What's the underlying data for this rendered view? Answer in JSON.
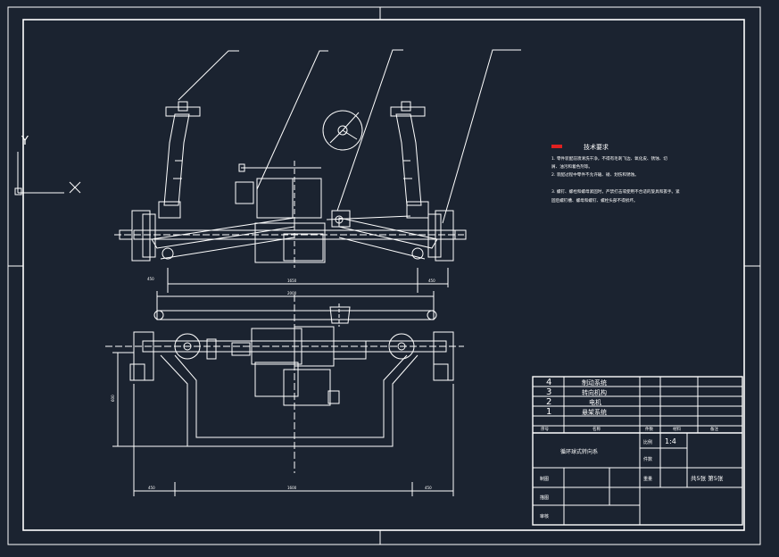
{
  "colors": {
    "background": "#1b2330",
    "line": "#ffffff",
    "accent": "#e02020"
  },
  "ucs": {
    "y_label": "Y",
    "x_label": "X"
  },
  "tech_requirements": {
    "title": "技术要求",
    "lines": [
      "1. 零件装配前须清洗干净，不得有毛刺飞边、氧化皮、锈蚀、切",
      "屑、油污和着色剂等。",
      "2. 装配过程中零件不允许磕、碰、划伤和锈蚀。",
      "3. 螺钉、螺栓和螺母紧固时，严禁打击或使用不合适的旋具和扳手。紧",
      "固后螺钉槽、螺母和螺钉、螺栓头部不得损坏。"
    ]
  },
  "parts_list": {
    "rows": [
      {
        "no": "4",
        "name": "制动系统"
      },
      {
        "no": "3",
        "name": "转向机构"
      },
      {
        "no": "2",
        "name": "电机"
      },
      {
        "no": "1",
        "name": "悬架系统"
      }
    ],
    "header": {
      "no": "序号",
      "name": "名称",
      "qty": "件数",
      "material": "材料",
      "remark": "备注"
    }
  },
  "title_block": {
    "drawing_name": "循环球式转向系",
    "scale_label": "比例",
    "scale_value": "1:4",
    "count_label": "件数",
    "weight_label": "重量",
    "sheets": "共5张 第5张",
    "designer_label": "制图",
    "checker_label": "描图",
    "reviewer_label": "审核"
  },
  "dimensions": {
    "top_span": "1650",
    "top_left": "450",
    "top_right": "450",
    "mid_span": "2000",
    "bottom_left": "450",
    "bottom_mid": "1600",
    "bottom_right": "450",
    "left_height": "600"
  }
}
